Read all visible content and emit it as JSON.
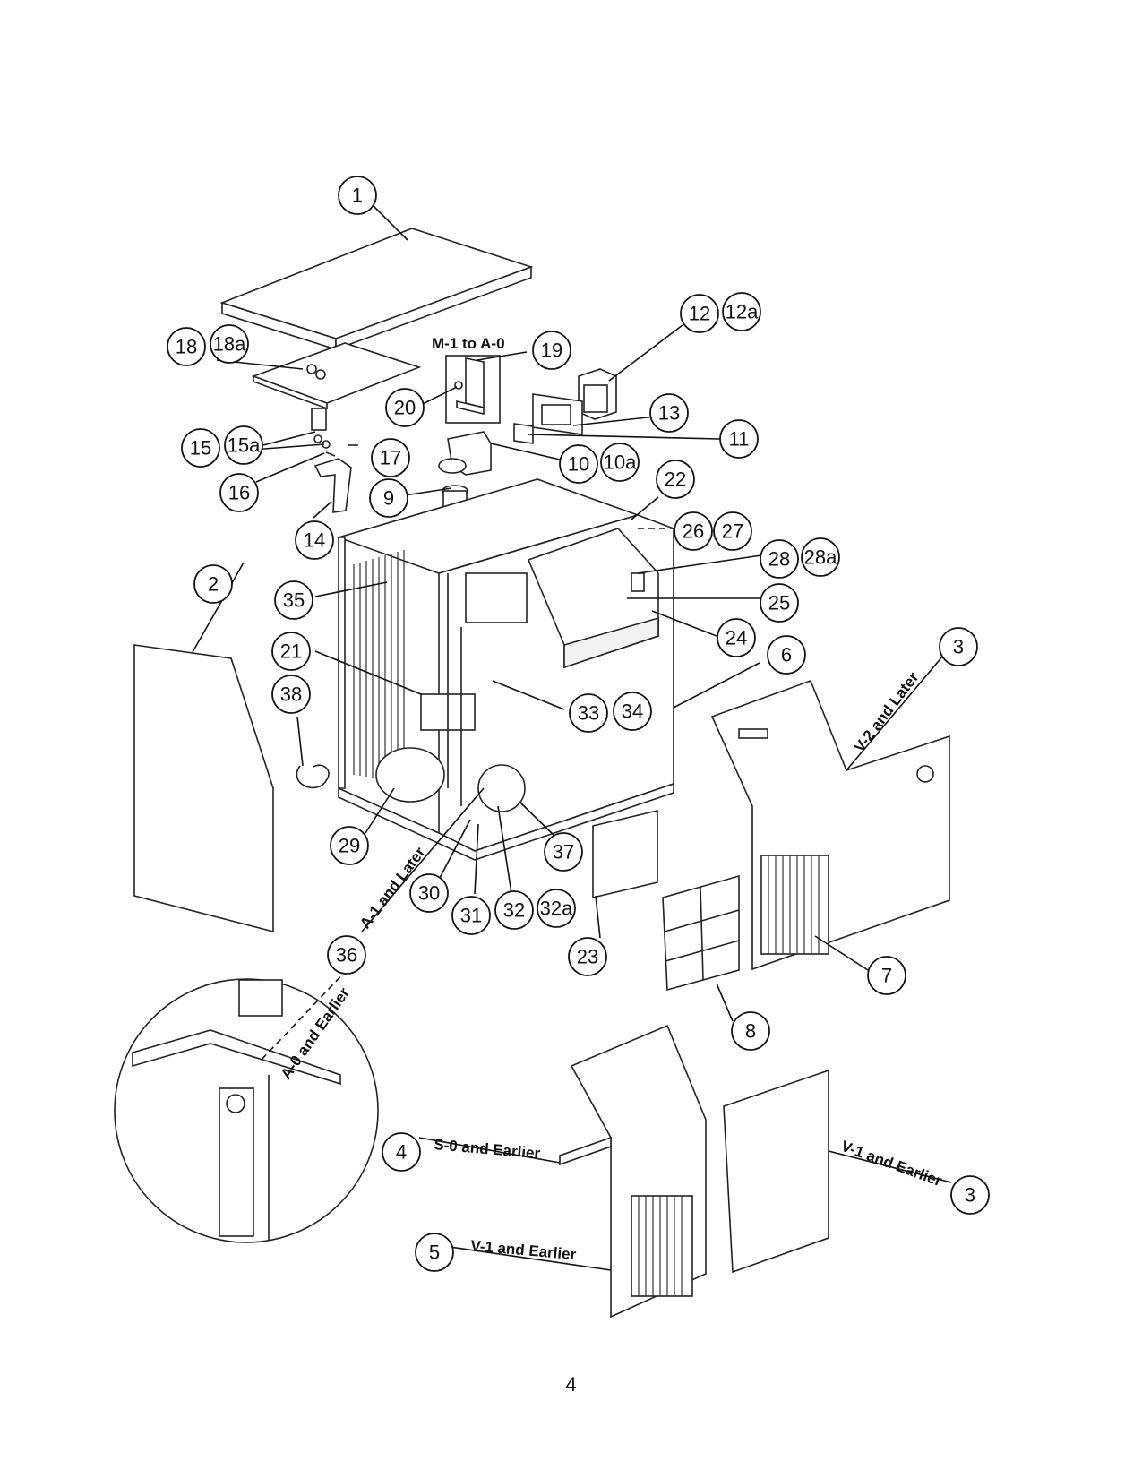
{
  "callouts": [
    {
      "id": "c1",
      "label": "1"
    },
    {
      "id": "c2",
      "label": "2"
    },
    {
      "id": "c3a",
      "label": "3"
    },
    {
      "id": "c3b",
      "label": "3"
    },
    {
      "id": "c4",
      "label": "4"
    },
    {
      "id": "c5",
      "label": "5"
    },
    {
      "id": "c6",
      "label": "6"
    },
    {
      "id": "c7",
      "label": "7"
    },
    {
      "id": "c8",
      "label": "8"
    },
    {
      "id": "c9",
      "label": "9"
    },
    {
      "id": "c10",
      "label": "10"
    },
    {
      "id": "c10a",
      "label": "10a"
    },
    {
      "id": "c11",
      "label": "11"
    },
    {
      "id": "c12",
      "label": "12"
    },
    {
      "id": "c12a",
      "label": "12a"
    },
    {
      "id": "c13",
      "label": "13"
    },
    {
      "id": "c14",
      "label": "14"
    },
    {
      "id": "c15",
      "label": "15"
    },
    {
      "id": "c15a",
      "label": "15a"
    },
    {
      "id": "c16",
      "label": "16"
    },
    {
      "id": "c17",
      "label": "17"
    },
    {
      "id": "c18",
      "label": "18"
    },
    {
      "id": "c18a",
      "label": "18a"
    },
    {
      "id": "c19",
      "label": "19"
    },
    {
      "id": "c20",
      "label": "20"
    },
    {
      "id": "c21",
      "label": "21"
    },
    {
      "id": "c22",
      "label": "22"
    },
    {
      "id": "c23",
      "label": "23"
    },
    {
      "id": "c24",
      "label": "24"
    },
    {
      "id": "c25",
      "label": "25"
    },
    {
      "id": "c26",
      "label": "26"
    },
    {
      "id": "c27",
      "label": "27"
    },
    {
      "id": "c28",
      "label": "28"
    },
    {
      "id": "c28a",
      "label": "28a"
    },
    {
      "id": "c29",
      "label": "29"
    },
    {
      "id": "c30",
      "label": "30"
    },
    {
      "id": "c31",
      "label": "31"
    },
    {
      "id": "c32",
      "label": "32"
    },
    {
      "id": "c32a",
      "label": "32a"
    },
    {
      "id": "c33",
      "label": "33"
    },
    {
      "id": "c34",
      "label": "34"
    },
    {
      "id": "c35",
      "label": "35"
    },
    {
      "id": "c36",
      "label": "36"
    },
    {
      "id": "c37",
      "label": "37"
    },
    {
      "id": "c38",
      "label": "38"
    }
  ],
  "notes": {
    "m1_to_a0": "M-1 to A-0",
    "v2_and_later": "V-2 and Later",
    "a1_and_later": "A-1 and Later",
    "a0_and_earlier": "A-0 and Earlier",
    "s0_and_earlier": "S-0 and Earlier",
    "v1_and_earlier_5": "V-1 and Earlier",
    "v1_and_earlier_3": "V-1 and Earlier"
  },
  "page_number": "4"
}
